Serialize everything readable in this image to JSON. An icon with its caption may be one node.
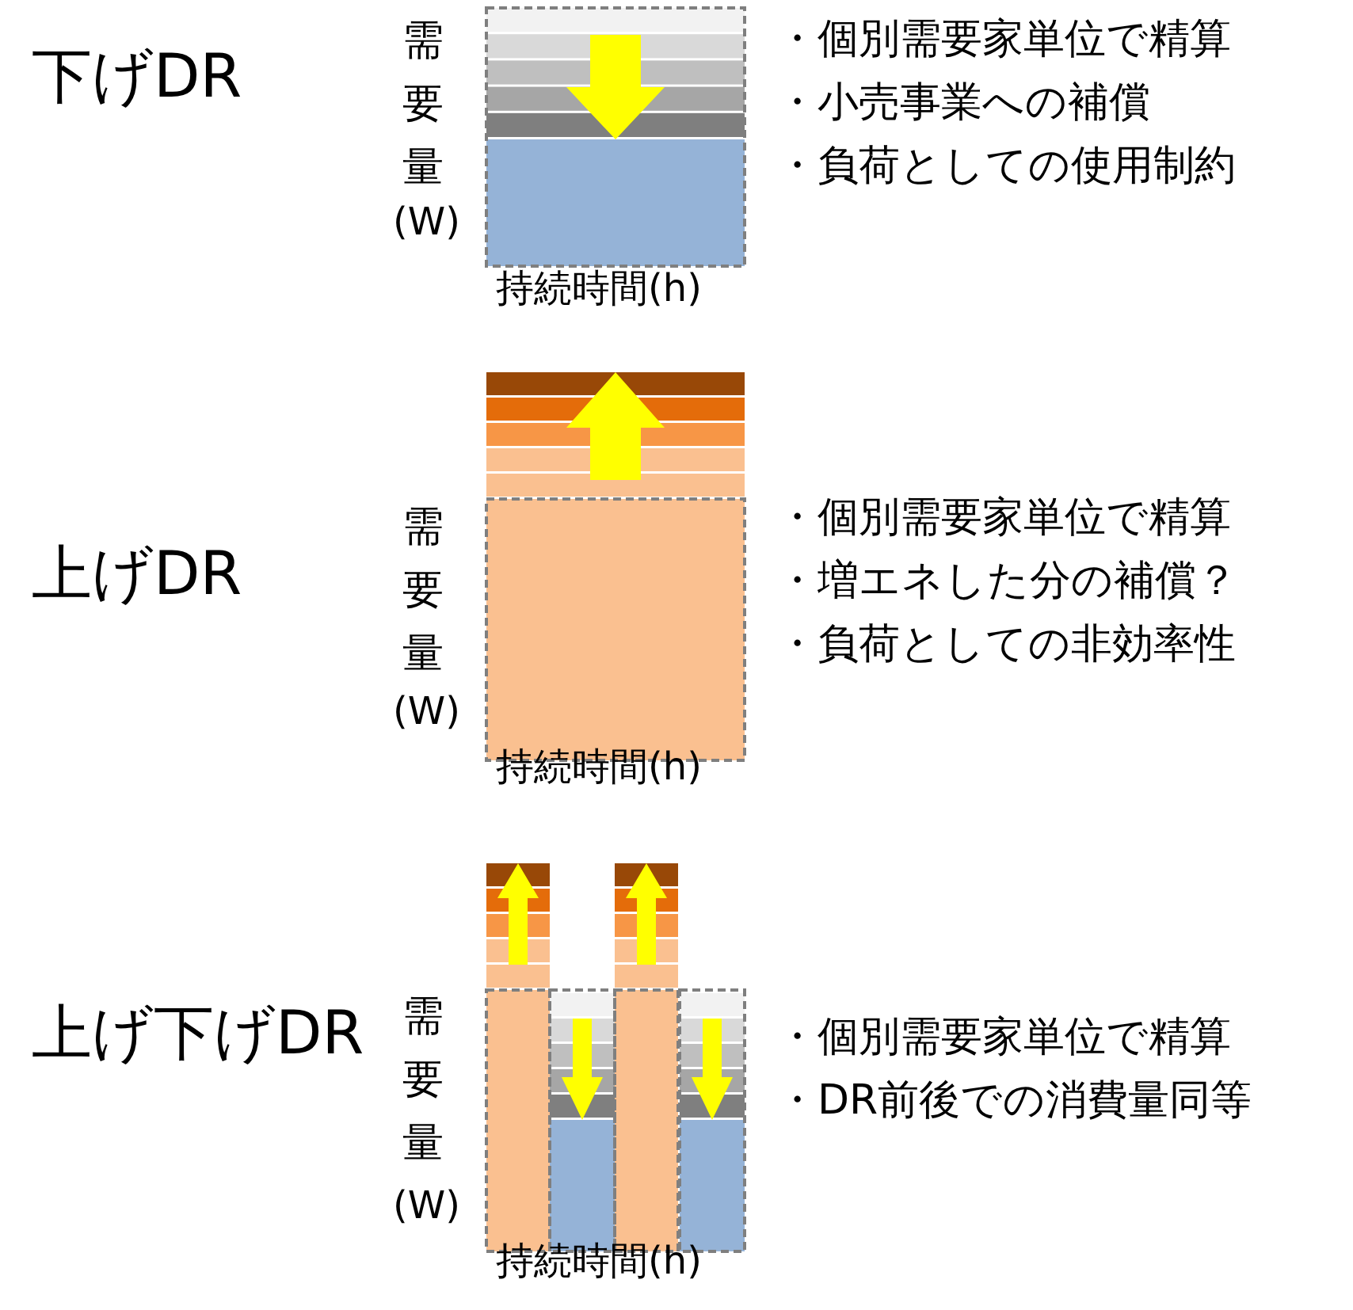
{
  "diagram": {
    "labels": [
      "下げDR",
      "需要量",
      "(W)",
      "・個別需要家単位で精算",
      "・小売事業への補償",
      "・負荷としての使用制約",
      "持続時間(h)",
      "上げDR",
      "需要量",
      "(W)",
      "・個別需要家単位で精算",
      "・増エネした分の補償？",
      "・負荷としての非効率性",
      "持続時間(h)",
      "上げ下げDR",
      "需要量",
      "(W)",
      "・個別需要家単位で精算",
      "・DR前後での消費量同等",
      "持続時間(h)"
    ]
  }
}
